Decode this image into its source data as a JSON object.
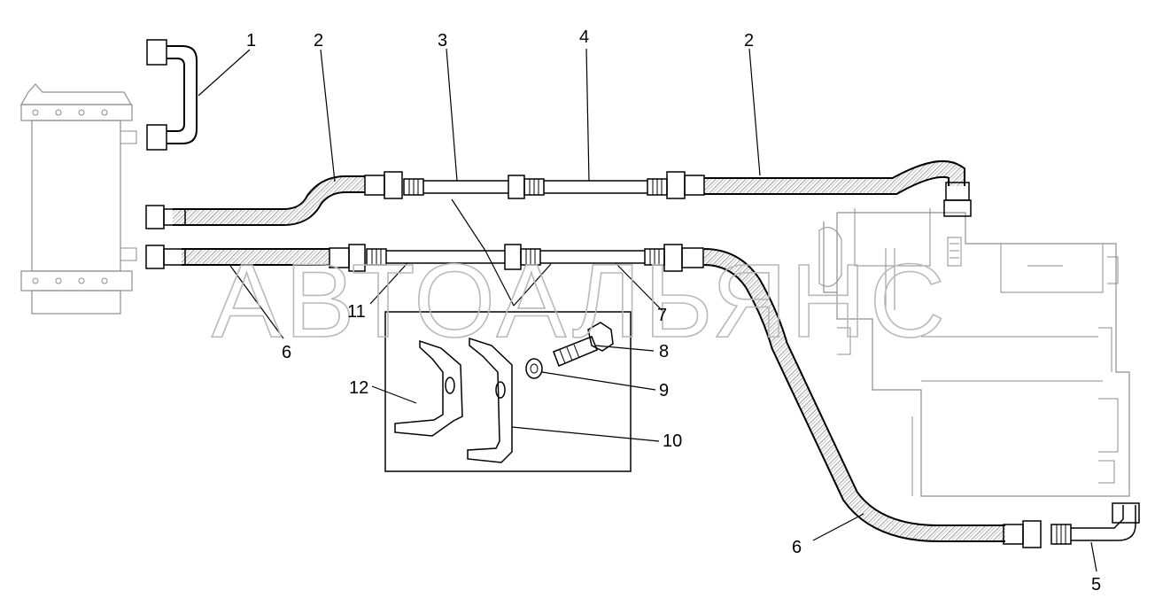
{
  "watermark": "АВТОАЛЬЯНС",
  "callouts": {
    "c1": "1",
    "c2a": "2",
    "c2b": "2",
    "c3": "3",
    "c4": "4",
    "c5": "5",
    "c6a": "6",
    "c6b": "6",
    "c7": "7",
    "c8": "8",
    "c9": "9",
    "c10": "10",
    "c11": "11",
    "c12": "12"
  }
}
